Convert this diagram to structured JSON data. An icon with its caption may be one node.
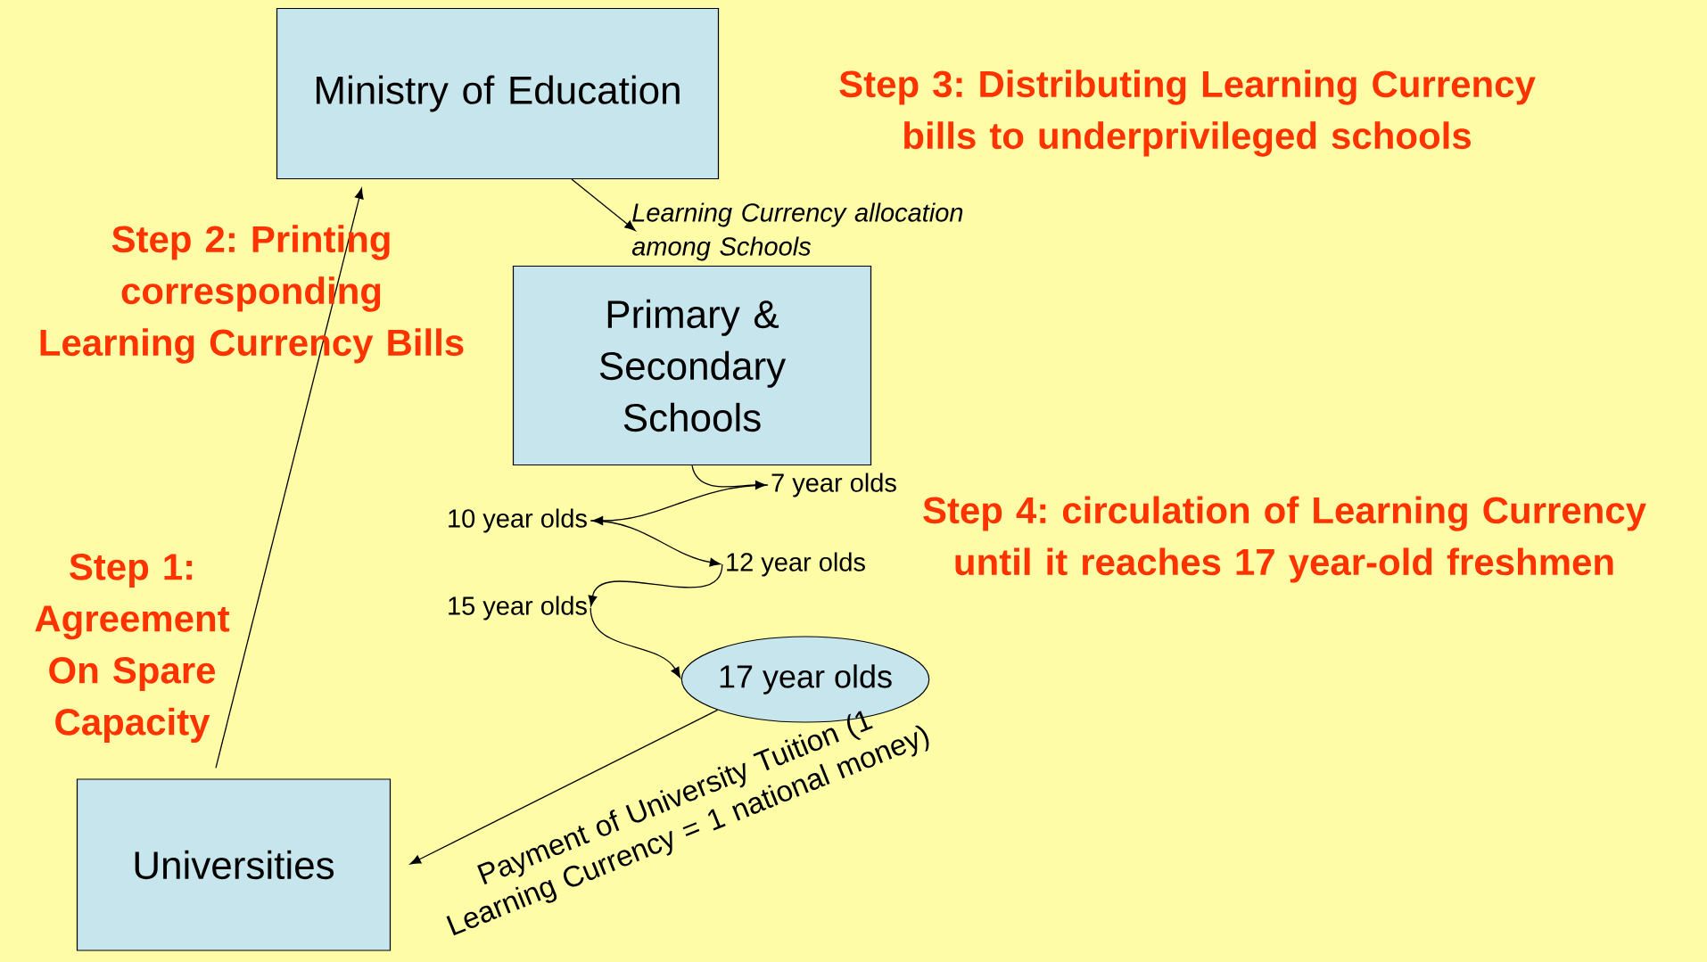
{
  "diagram": {
    "nodes": [
      {
        "text": [
          "Ministry of Education"
        ]
      },
      {
        "text": [
          "Primary & Secondary Schools"
        ]
      },
      {
        "text": [
          "7 year olds"
        ]
      },
      {
        "text": [
          "10 year olds"
        ]
      },
      {
        "text": [
          "12 year olds"
        ]
      },
      {
        "text": [
          "15 year olds"
        ]
      },
      {
        "text": [
          "17 year olds"
        ]
      },
      {
        "text": [
          "Universities"
        ]
      }
    ],
    "edges": [
      {
        "from": 7,
        "to": 0,
        "arrow": "to"
      },
      {
        "from": 0,
        "to": 1,
        "arrow": "to",
        "label": "Learning Currency allocation among Schools"
      },
      {
        "from": 1,
        "to": 2,
        "arrow": "to"
      },
      {
        "from": 2,
        "to": 3,
        "arrow": "to"
      },
      {
        "from": 3,
        "to": 4,
        "arrow": "to"
      },
      {
        "from": 4,
        "to": 5,
        "arrow": "to"
      },
      {
        "from": 5,
        "to": 6,
        "arrow": "to"
      },
      {
        "from": 6,
        "to": 7,
        "arrow": "to",
        "label": "Payment of University Tuition (1 Learning Currency = 1 national money)"
      }
    ],
    "labels": [
      "Step 3: Distributing Learning Currency bills to underprivileged schools",
      "Step 2: Printing corresponding Learning Currency Bills",
      "Step 4: circulation of Learning Currency until it reaches 17 year-old freshmen",
      "Step 1: Agreement On Spare Capacity"
    ]
  }
}
